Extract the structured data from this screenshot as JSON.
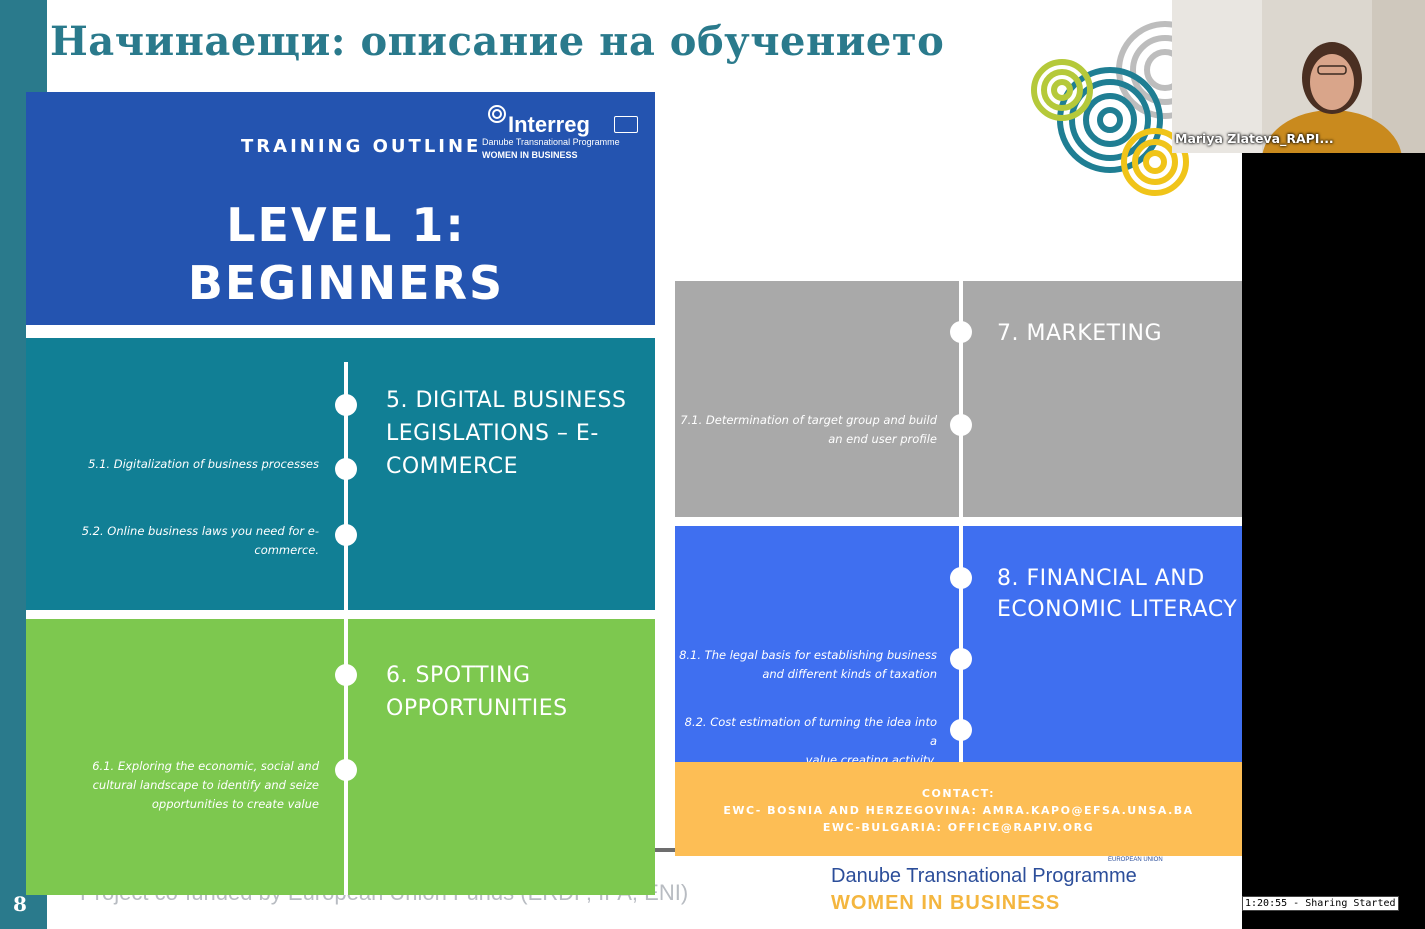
{
  "slide": {
    "number": "8",
    "title": "Начинаещи: описание на обучението",
    "footer_text": "Project co-funded by European Union Funds (ERDP, IPA, ENI)",
    "footer_programme": "Danube Transnational Programme",
    "footer_wib": "WOMEN IN BUSINESS",
    "footer_eu": "EUROPEAN UNION"
  },
  "outline": {
    "header": "TRAINING OUTLINE",
    "logo_name": "Interreg",
    "logo_programme": "Danube Transnational Programme",
    "logo_project": "WOMEN IN BUSINESS",
    "level_line1": "LEVEL 1:",
    "level_line2": "BEGINNERS"
  },
  "modules": {
    "m5": {
      "title_lines": [
        "5. DIGITAL BUSINESS",
        "LEGISLATIONS – E-",
        "COMMERCE"
      ],
      "sub1": "5.1. Digitalization of business processes",
      "sub2_lines": [
        "5.2. Online business laws you need for e-",
        "commerce."
      ]
    },
    "m6": {
      "title_lines": [
        "6. SPOTTING",
        "OPPORTUNITIES"
      ],
      "sub1_lines": [
        "6.1. Exploring the economic,  social and",
        "cultural landscape  to identify and seize",
        "opportunities to create value"
      ]
    },
    "m7": {
      "title": "7. MARKETING",
      "sub1_lines": [
        "7.1. Determination of target group and build",
        "an end user profile"
      ]
    },
    "m8": {
      "title_lines": [
        "8. FINANCIAL AND",
        "ECONOMIC LITERACY"
      ],
      "sub1_lines": [
        "8.1. The legal basis for establishing business",
        "and different kinds of taxation"
      ],
      "sub2_lines": [
        "8.2. Cost estimation of turning the idea into a",
        "value creating activity."
      ]
    }
  },
  "contact": {
    "label": "CONTACT:",
    "line1": "EWC- BOSNIA AND HERZEGOVINA: AMRA.KAPO@EFSA.UNSA.BA",
    "line2": "EWC-BULGARIA: OFFICE@RAPIV.ORG"
  },
  "video": {
    "participant_name": "Mariya Zlateva_RAPI..."
  },
  "recording": {
    "status": "1:20:55 - Sharing Started"
  },
  "colors": {
    "title_teal": "#2a7a8c",
    "header_blue": "#2454b0",
    "teal": "#117f95",
    "green": "#7dc84f",
    "grey": "#a9a9a9",
    "blue": "#3f6ff0",
    "yellow": "#fdbe55"
  },
  "icons": {
    "logo": "concentric-circles-logo",
    "flag": "eu-flag-icon"
  }
}
